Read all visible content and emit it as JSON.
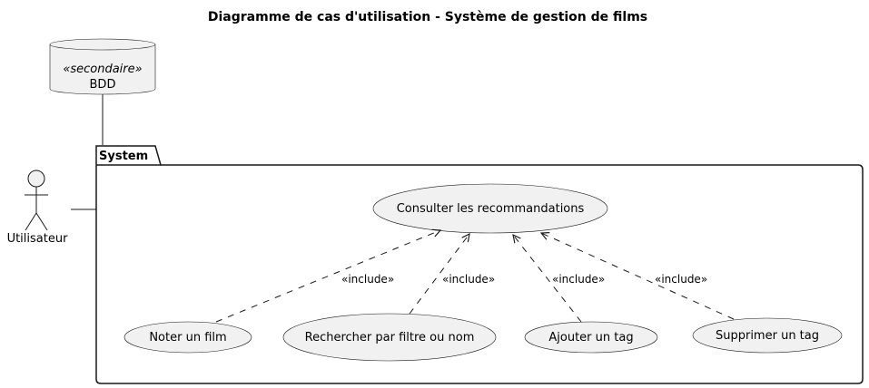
{
  "title": "Diagramme de cas d'utilisation - Système de gestion de films",
  "database": {
    "stereotype": "«secondaire»",
    "label": "BDD"
  },
  "actor": {
    "label": "Utilisateur"
  },
  "package": {
    "label": "System"
  },
  "use_cases": {
    "main": "Consulter les recommandations",
    "rate": "Noter un film",
    "search": "Rechercher par filtre ou nom",
    "add_tag": "Ajouter un tag",
    "remove_tag": "Supprimer un tag"
  },
  "relations": {
    "rate": "«include»",
    "search": "«include»",
    "add_tag": "«include»",
    "remove_tag": "«include»"
  },
  "colors": {
    "fill": "#f1f1f1",
    "stroke": "#181818"
  }
}
